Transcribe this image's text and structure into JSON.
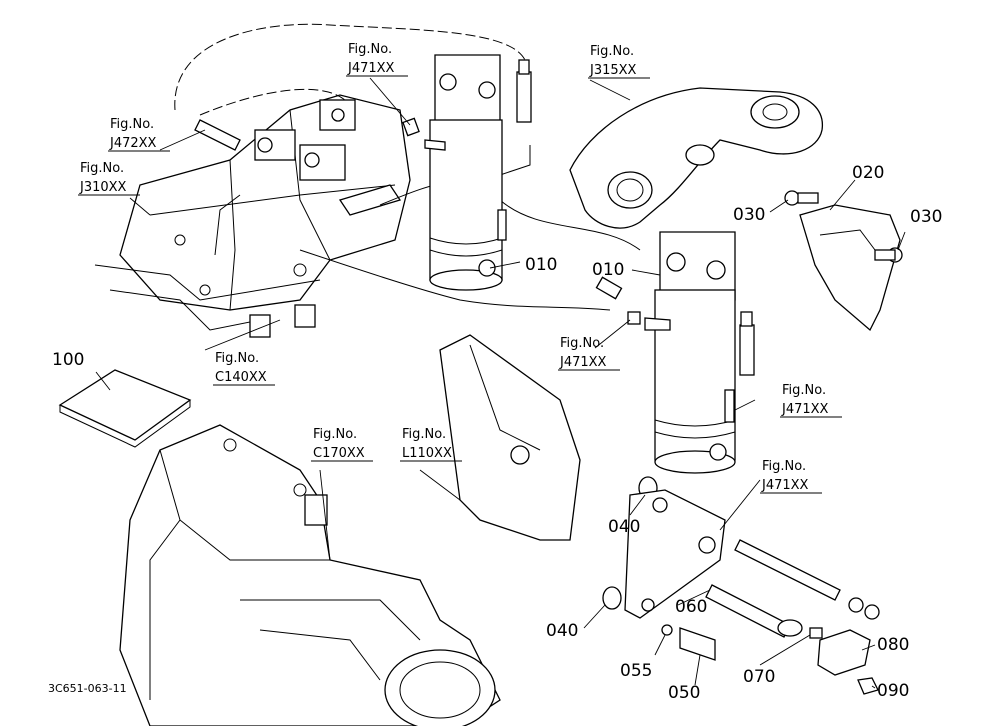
{
  "diagram_code": "3C651-063-11",
  "fig_refs": {
    "fig_prefix": "Fig.No.",
    "j471_top": "J471XX",
    "j472": "J472XX",
    "j310": "J310XX",
    "j315": "J315XX",
    "c140": "C140XX",
    "j471_mid": "J471XX",
    "j471_right": "J471XX",
    "c170": "C170XX",
    "l110": "L110XX",
    "j471_bottom": "J471XX"
  },
  "part_numbers": {
    "p010_a": "010",
    "p010_b": "010",
    "p020": "020",
    "p030_a": "030",
    "p030_b": "030",
    "p040_a": "040",
    "p040_b": "040",
    "p050": "050",
    "p055": "055",
    "p060": "060",
    "p070": "070",
    "p080": "080",
    "p090": "090",
    "p100": "100"
  }
}
